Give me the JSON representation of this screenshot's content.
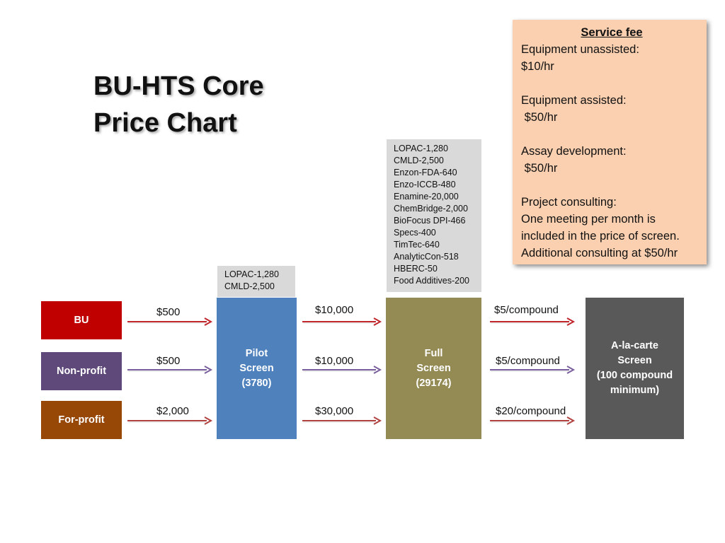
{
  "title": {
    "line1": "BU-HTS Core",
    "line2": "Price Chart"
  },
  "service_fee": {
    "heading": "Service fee",
    "lines": [
      "Equipment unassisted:",
      "$10/hr",
      "",
      "Equipment assisted:",
      " $50/hr",
      "",
      "Assay development:",
      " $50/hr",
      "",
      "Project consulting:",
      "One meeting per month is",
      "included in the price of screen.",
      "Additional consulting at $50/hr"
    ]
  },
  "pilot_libraries": [
    "LOPAC-1,280",
    "CMLD-2,500"
  ],
  "full_libraries": [
    "LOPAC-1,280",
    "CMLD-2,500",
    "Enzon-FDA-640",
    "Enzo-ICCB-480",
    "Enamine-20,000",
    "ChemBridge-2,000",
    "BioFocus DPI-466",
    "Specs-400",
    "TimTec-640",
    "AnalyticCon-518",
    "HBERC-50",
    "Food Additives-200"
  ],
  "categories": {
    "bu": {
      "label": "BU",
      "color": "#c00000"
    },
    "nonprofit": {
      "label": "Non-profit",
      "color": "#5f497a"
    },
    "forprofit": {
      "label": "For-profit",
      "color": "#974706"
    }
  },
  "stages": {
    "pilot": {
      "lines": [
        "Pilot",
        "Screen",
        "(3780)"
      ],
      "color": "#4f81bd"
    },
    "full": {
      "lines": [
        "Full",
        "Screen",
        "(29174)"
      ],
      "color": "#948a54"
    },
    "alacarte": {
      "lines": [
        "A-la-carte",
        "Screen",
        "(100 compound",
        "minimum)"
      ],
      "color": "#595959"
    }
  },
  "prices": {
    "bu": {
      "pilot": "$500",
      "full": "$10,000",
      "alacarte": "$5/compound"
    },
    "nonprofit": {
      "pilot": "$500",
      "full": "$10,000",
      "alacarte": "$5/compound"
    },
    "forprofit": {
      "pilot": "$2,000",
      "full": "$30,000",
      "alacarte": "$20/compound"
    }
  },
  "arrow_colors": {
    "bu": "#c0262b",
    "nonprofit": "#7a5f9e",
    "forprofit": "#b0423f"
  }
}
